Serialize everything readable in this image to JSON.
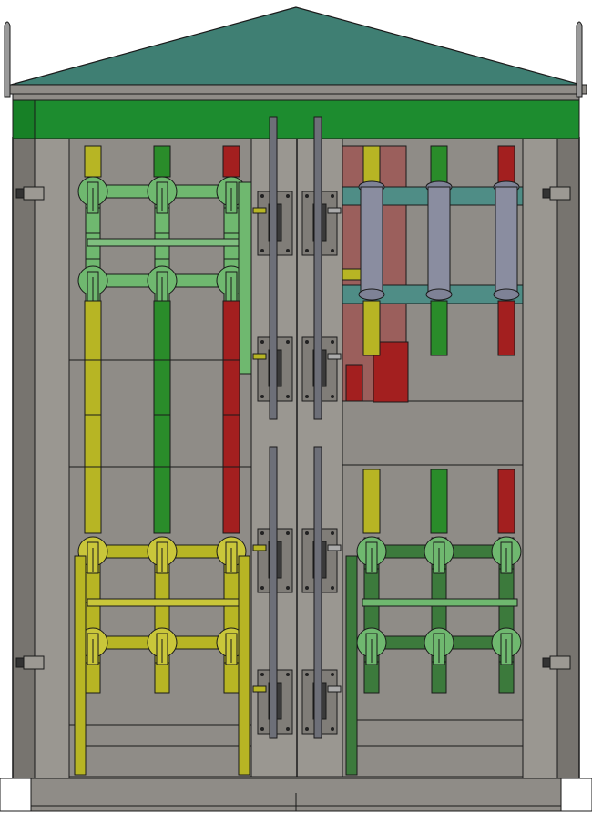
{
  "drawing": {
    "subject": "",
    "colors": {
      "background": "#ffffff",
      "roof": "#3f7f73",
      "fascia": "#1d8c2f",
      "housing": "#8f8c87",
      "housing_dark": "#77746f",
      "panel": "#9a9791",
      "outline": "#1a1a1a",
      "phase_yellow": "#b7b524",
      "phase_green": "#2a8c2a",
      "phase_red": "#a31f1f",
      "light_green": "#6fb86f",
      "dark_green": "#3c7a3c",
      "cyan_bus": "#4f8d86",
      "insulator": "#8a8da0",
      "steel": "#6e6e74"
    },
    "columns": [
      "yellow",
      "green",
      "red"
    ]
  }
}
